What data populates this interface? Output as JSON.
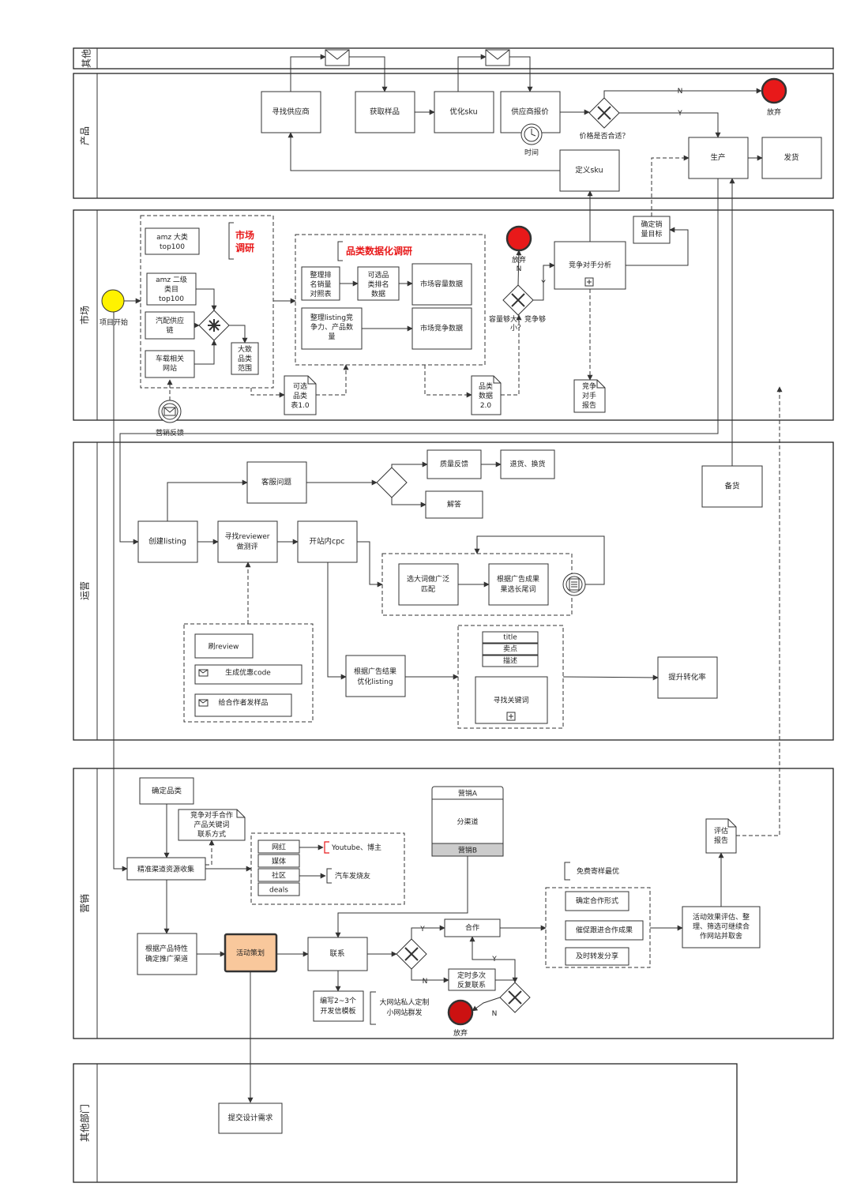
{
  "lanes": {
    "other": "其他",
    "product": "产品",
    "market": "市场",
    "ops": "运营",
    "marketing": "营销",
    "other_dept": "其他部门"
  },
  "product": {
    "find_supplier": "寻找供应商",
    "get_sample": "获取样品",
    "optimize_sku": "优化sku",
    "supplier_quote": "供应商报价",
    "timer_label": "时间",
    "price_ok": "价格是否合适？",
    "n": "N",
    "y": "Y",
    "abandon": "放弃",
    "define_sku": "定义sku",
    "produce": "生产",
    "ship": "发货"
  },
  "market": {
    "project_start": "项目开始",
    "research_title": [
      "市场",
      "调研"
    ],
    "amz_top": [
      "amz 大类",
      "top100"
    ],
    "amz_sub": [
      "amz 二级",
      "类目",
      "top100"
    ],
    "auto_supply": [
      "汽配供应",
      "链"
    ],
    "car_site": [
      "车载相关",
      "网站"
    ],
    "big_range": [
      "大致",
      "品类",
      "范围"
    ],
    "candidate_table": [
      "可选",
      "品类",
      "表1.0"
    ],
    "marketing_feedback": "营销反馈",
    "data_title": "品类数据化调研",
    "sort_sales": [
      "整理排",
      "名销量",
      "对照表"
    ],
    "cand_rank": [
      "可选品",
      "类排名",
      "数据"
    ],
    "capacity_data": "市场容量数据",
    "listing_comp": [
      "整理listing竞",
      "争力、产品数",
      "量"
    ],
    "comp_data": "市场竞争数据",
    "cat_data2": [
      "品类",
      "数据",
      "2.0"
    ],
    "abandon": "放弃",
    "n": "N",
    "y": "Y",
    "cond": [
      "容量够大、竞争够",
      "小？"
    ],
    "comp_analysis": "竞争对手分析",
    "sales_target": [
      "确定销",
      "量目标"
    ],
    "comp_report": [
      "竞争",
      "对手",
      "报告"
    ]
  },
  "ops": {
    "create_listing": "创建listing",
    "find_reviewer": [
      "寻找reviewer",
      "做测评"
    ],
    "start_cpc": "开站内cpc",
    "cs_issue": "客服问题",
    "quality": "质量反馈",
    "return": "退货、换货",
    "answer": "解答",
    "broad_match": [
      "选大词做广泛",
      "匹配"
    ],
    "long_tail": [
      "根据广告成果",
      "果选长尾词"
    ],
    "brush_review": "刷review",
    "coupon": "生成优惠code",
    "sample": "给合作者发样品",
    "optimize_listing": [
      "根据广告结果",
      "优化listing"
    ],
    "title": "title",
    "selling": "卖点",
    "desc": "描述",
    "keywords": "寻找关键词",
    "conversion": "提升转化率",
    "stock": "备货"
  },
  "marketing": {
    "confirm_cat": "确定品类",
    "comp_keywords": [
      "竞争对手合作",
      "产品关键词",
      "联系方式"
    ],
    "channel_collect": "精准渠道资源收集",
    "influencer": "网红",
    "media": "媒体",
    "community": "社区",
    "deals": "deals",
    "youtube": "Youtube、博主",
    "car_forum": "汽车发烧友",
    "pool_a": "营销A",
    "pool_mid": "分渠道",
    "pool_b": "营销B",
    "free_sample": "免费寄样最优",
    "confirm_form": "确定合作形式",
    "follow_result": "催促跟进合作成果",
    "share": "及时转发分享",
    "eval_report": [
      "评估",
      "报告"
    ],
    "eval_activity": [
      "活动效果评估、整",
      "理、筛选可继续合",
      "作网站并取舍"
    ],
    "channel_by_product": [
      "根据产品特性",
      "确定推广渠道"
    ],
    "activity": "活动策划",
    "contact": "联系",
    "cooperate": "合作",
    "followup": [
      "定时多次",
      "反复联系"
    ],
    "template": [
      "编写2~3个",
      "开发信模板"
    ],
    "mass_mail": [
      "大网站私人定制",
      "小网站群发"
    ],
    "abandon": "放弃",
    "y": "Y",
    "n": "N"
  },
  "other_dept": {
    "design": "提交设计需求"
  },
  "colors": {
    "end_event": "#e8191a",
    "start_event": "#fff200",
    "activity": "#f9c89c",
    "activity_stroke": "#333333",
    "annotation_red": "#e8191a"
  }
}
